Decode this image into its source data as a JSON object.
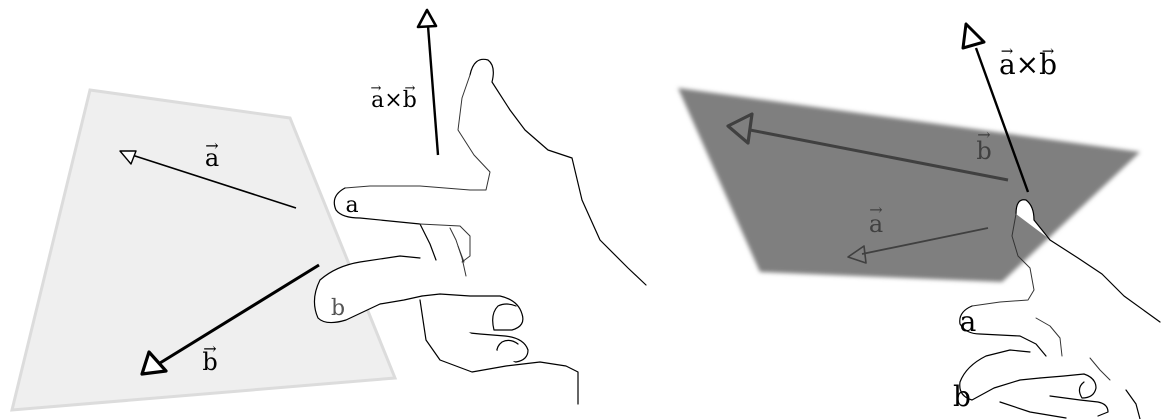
{
  "left_panel": {
    "vec_a": "⃗a",
    "vec_b": "⃗b",
    "cross": "a⃗×b⃗",
    "finger_a": "a",
    "finger_b": "b"
  },
  "right_panel": {
    "vec_a": "a",
    "vec_b": "b",
    "cross": "a×b",
    "finger_a": "a",
    "finger_b": "b"
  },
  "colors": {
    "plane_left": "#efefef",
    "plane_left_edge": "#dcdcdc",
    "plane_right": "#7f7f7f",
    "arrow_dark": "#000000",
    "arrow_right": "#404040",
    "label_gray": "#555555"
  }
}
